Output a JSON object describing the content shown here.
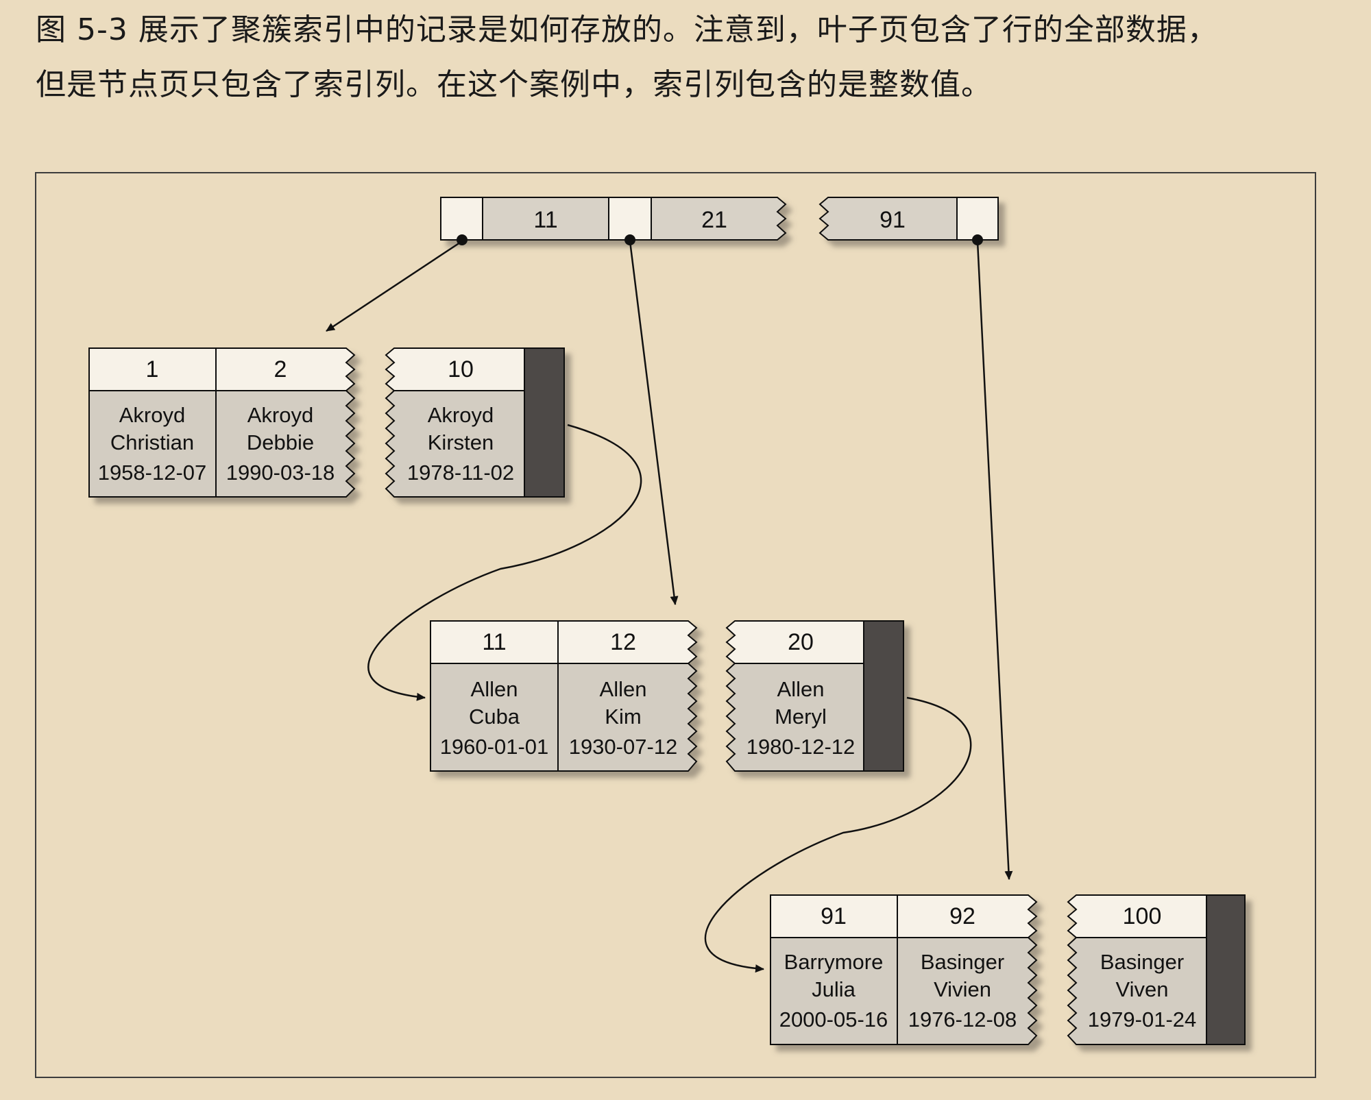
{
  "caption": {
    "line1": "图 5-3 展示了聚簇索引中的记录是如何存放的。注意到，叶子页包含了行的全部数据，",
    "line2": "但是节点页只包含了索引列。在这个案例中，索引列包含的是整数值。"
  },
  "root_node": {
    "keys": [
      "11",
      "21",
      "91"
    ]
  },
  "leaf_pages": [
    {
      "records": [
        {
          "key": "1",
          "last": "Akroyd",
          "first": "Christian",
          "date": "1958-12-07"
        },
        {
          "key": "2",
          "last": "Akroyd",
          "first": "Debbie",
          "date": "1990-03-18"
        },
        {
          "key": "10",
          "last": "Akroyd",
          "first": "Kirsten",
          "date": "1978-11-02"
        }
      ]
    },
    {
      "records": [
        {
          "key": "11",
          "last": "Allen",
          "first": "Cuba",
          "date": "1960-01-01"
        },
        {
          "key": "12",
          "last": "Allen",
          "first": "Kim",
          "date": "1930-07-12"
        },
        {
          "key": "20",
          "last": "Allen",
          "first": "Meryl",
          "date": "1980-12-12"
        }
      ]
    },
    {
      "records": [
        {
          "key": "91",
          "last": "Barrymore",
          "first": "Julia",
          "date": "2000-05-16"
        },
        {
          "key": "92",
          "last": "Basinger",
          "first": "Vivien",
          "date": "1976-12-08"
        },
        {
          "key": "100",
          "last": "Basinger",
          "first": "Viven",
          "date": "1979-01-24"
        }
      ]
    }
  ],
  "colors": {
    "background": "#ebdcbf",
    "key_cell": "#f7f2e8",
    "data_cell": "#d3cdc2",
    "pointer_cell": "#4e4a46",
    "line": "#111111"
  }
}
